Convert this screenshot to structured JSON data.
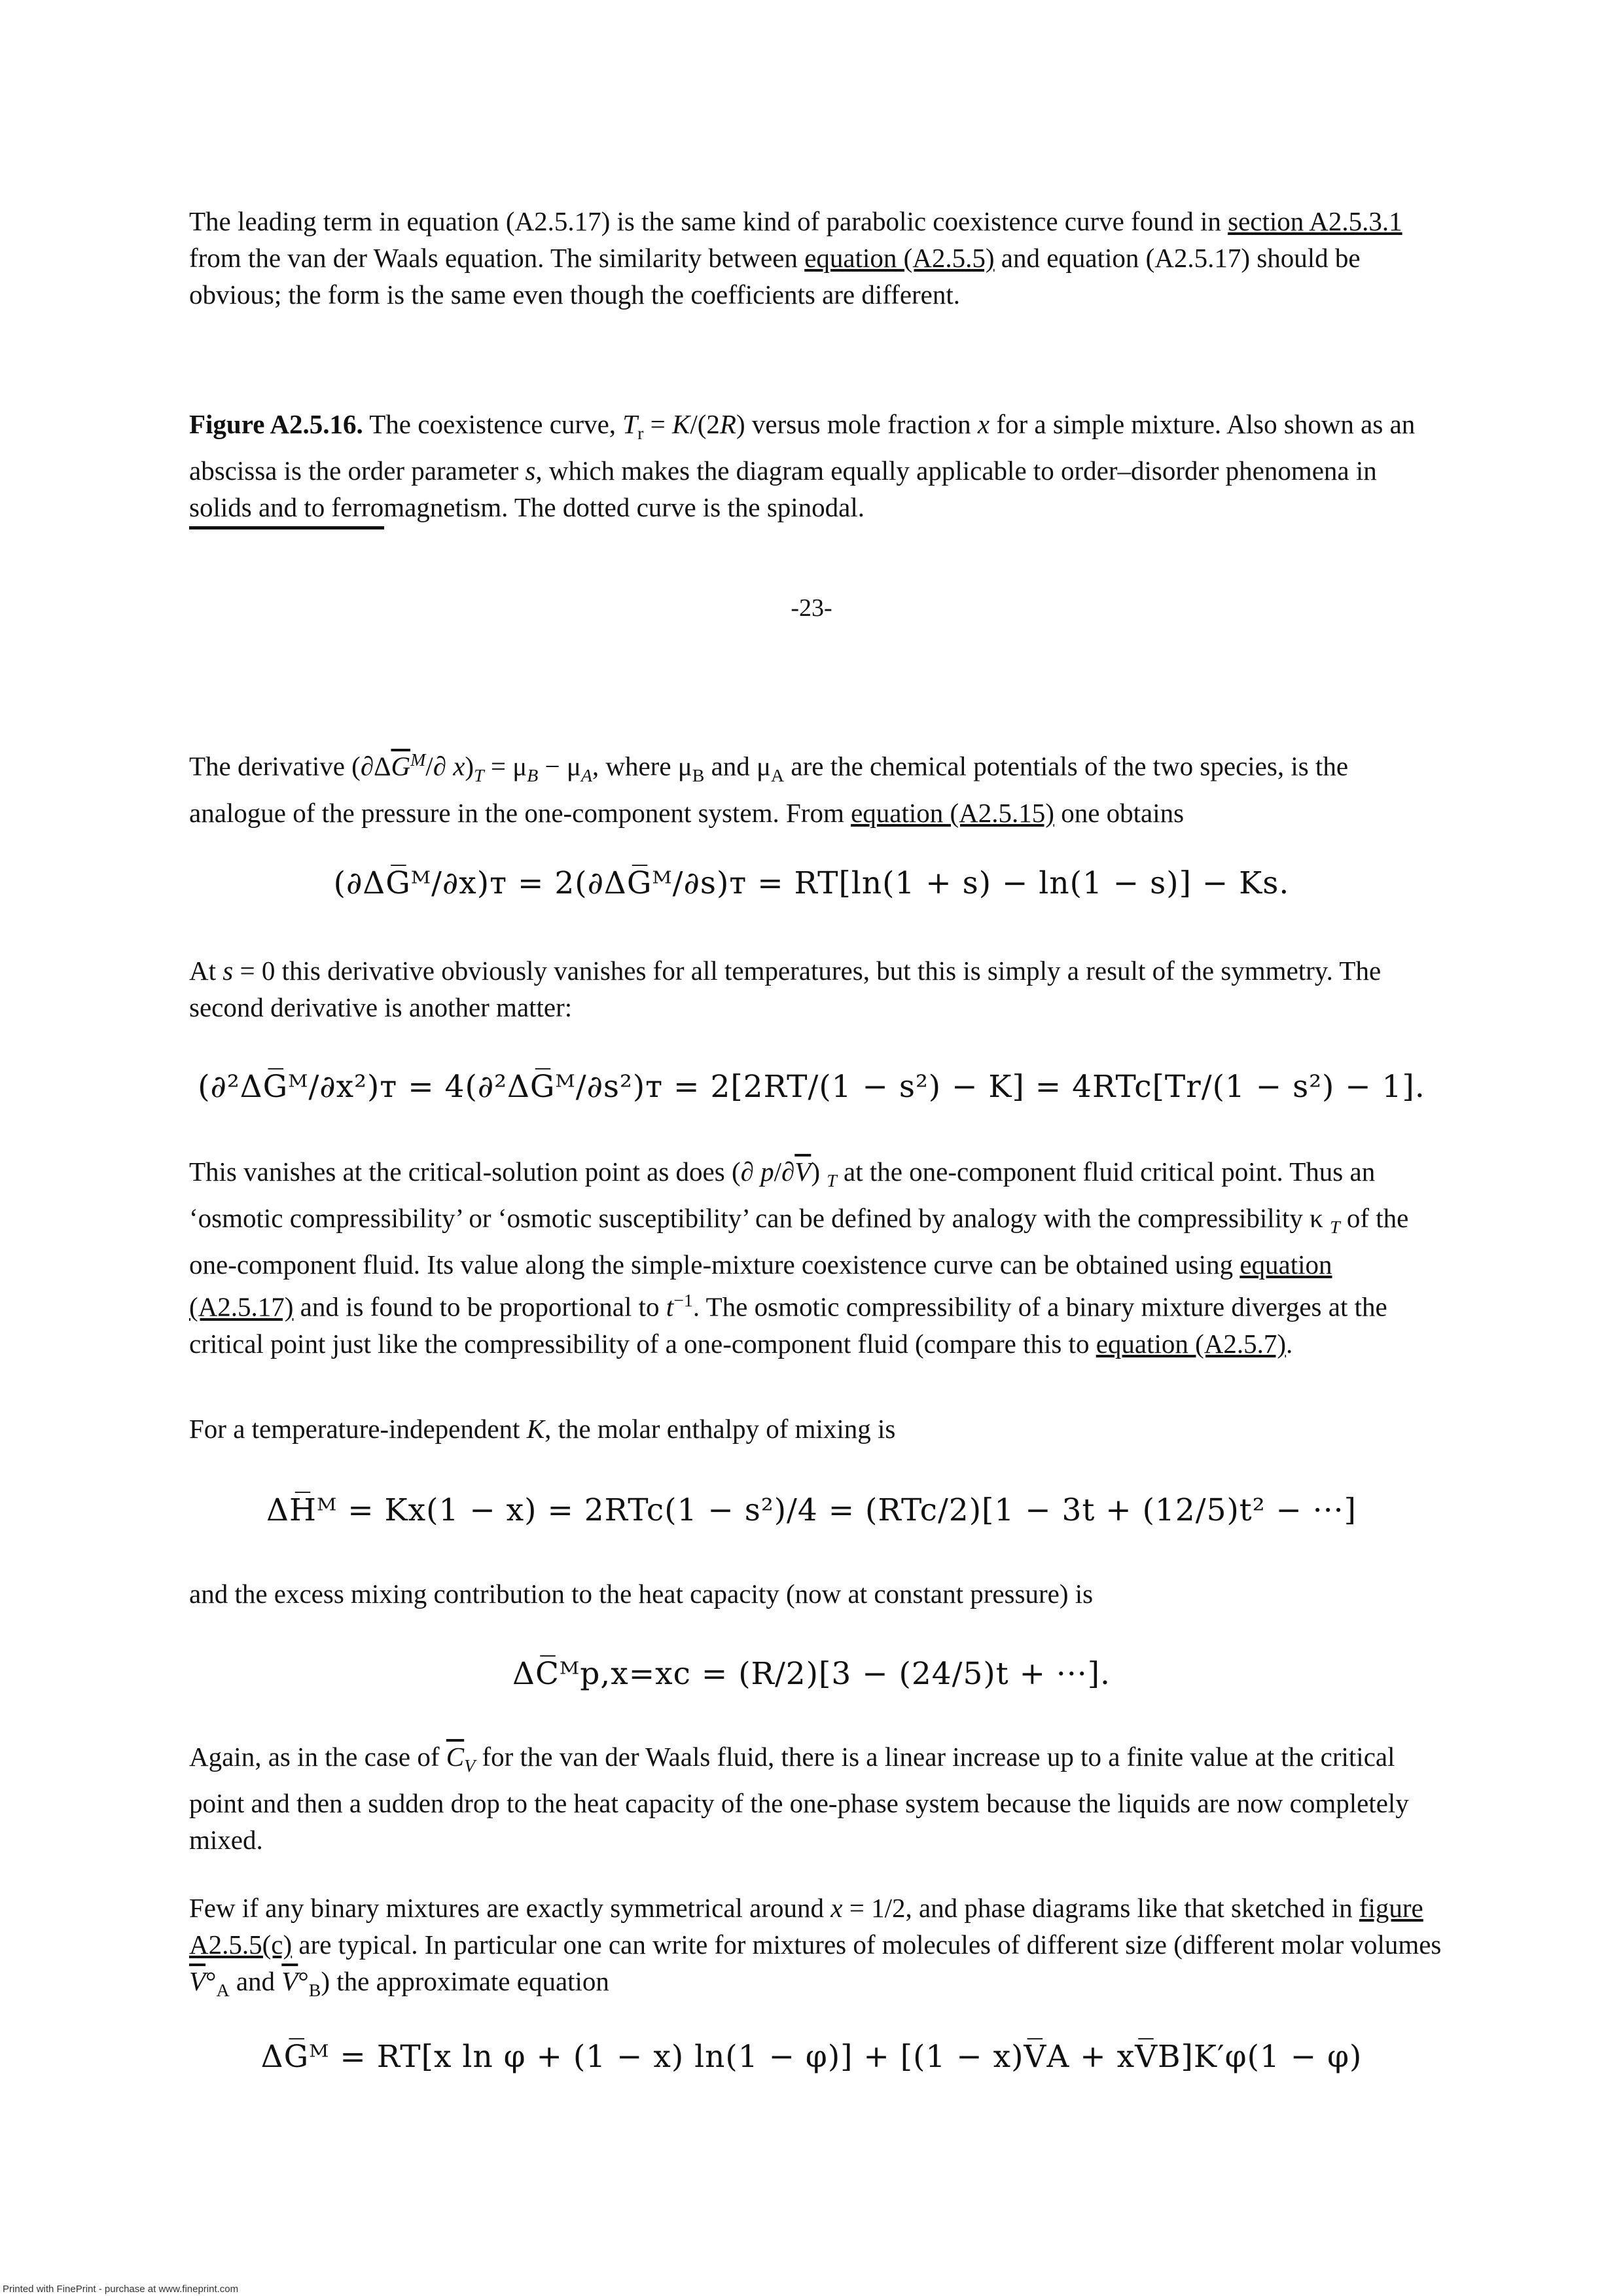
{
  "para1": {
    "t1": "The leading term in equation (A2.5.17) is the same kind of parabolic coexistence curve found in ",
    "link1": "section A2.5.3.1",
    "t2": " from the van der Waals equation. The similarity between ",
    "link2": "equation (A2.5.5)",
    "t3": " and equation (A2.5.17) should be obvious; the form is the same even though the coefficients are different."
  },
  "figure_caption": {
    "label": "Figure A2.5.16.",
    "t1": " The coexistence curve, ",
    "t2": "T",
    "t3": "r",
    "t4": " = ",
    "t5": "K",
    "t6": "/(2",
    "t7": "R",
    "t8": ") versus mole fraction ",
    "t9": "x",
    "t10": " for a simple mixture. Also shown as an abscissa is the order parameter ",
    "t11": "s",
    "t12": ", which makes the diagram equally applicable to order–disorder phenomena in solids and to ferromagnetism. The dotted curve is the spinodal."
  },
  "page_number": "-23-",
  "para2": {
    "t1": "The derivative (∂Δ",
    "t2": "G",
    "t3": "M",
    "t4": "/∂ ",
    "t5": "x",
    "t6": ")",
    "t7": "T",
    "t8": " = μ",
    "t9": "B",
    "t10": " − μ",
    "t11": "A",
    "t12": ", where μ",
    "t13": "B",
    "t14": " and μ",
    "t15": "A",
    "t16": " are the chemical potentials of the two species, is the analogue of the pressure in the one-component system. From ",
    "link1": "equation (A2.5.15)",
    "t17": " one obtains"
  },
  "eq1": "(∂ΔG̅ᴹ/∂x)ᴛ = 2(∂ΔG̅ᴹ/∂s)ᴛ = RT[ln(1 + s) − ln(1 − s)] − Ks.",
  "para3": {
    "t1": "At ",
    "t2": "s",
    "t3": " = 0 this derivative obviously vanishes for all temperatures, but this is simply a result of the symmetry. The second derivative is another matter:"
  },
  "eq2": "(∂²ΔG̅ᴹ/∂x²)ᴛ = 4(∂²ΔG̅ᴹ/∂s²)ᴛ = 2[2RT/(1 − s²) − K] = 4RTc[Tr/(1 − s²) − 1].",
  "para4": {
    "t1": "This vanishes at the critical-solution point as does (∂ ",
    "t2": "p",
    "t3": "/∂",
    "t4": "V",
    "t5": ") ",
    "t6": "T",
    "t7": " at the one-component fluid critical point. Thus an ‘osmotic compressibility’ or ‘osmotic susceptibility’ can be defined by analogy with the compressibility κ ",
    "t8": "T",
    "t9": " of the one-component fluid. Its value along the simple-mixture coexistence curve can be obtained using ",
    "link1": "equation (A2.5.17)",
    "t10": " and is found to be proportional to ",
    "t11": "t",
    "t12": "−1",
    "t13": ". The osmotic compressibility of a binary mixture diverges at the critical point just like the compressibility of a one-component fluid (compare this to ",
    "link2": "equation (A2.5.7)",
    "t14": "."
  },
  "para5": {
    "t1": "For a temperature-independent ",
    "t2": "K",
    "t3": ", the molar enthalpy of mixing is"
  },
  "eq3": "ΔH̅ᴹ = Kx(1 − x) = 2RTc(1 − s²)/4 = (RTc/2)[1 − 3t + (12/5)t² − ···]",
  "para6": {
    "t1": "and the excess mixing contribution to the heat capacity (now at constant pressure) is"
  },
  "eq4": "ΔC̅ᴹp,x=xc = (R/2)[3 − (24/5)t + ···].",
  "para7": {
    "t1": "Again, as in the case of ",
    "t2": "C",
    "t3": "V",
    "t4": " for the van der Waals fluid, there is a linear increase up to a finite value at the critical point and then a sudden drop to the heat capacity of the one-phase system because the liquids are now completely mixed."
  },
  "para8": {
    "t1": "Few if any binary mixtures are exactly symmetrical around ",
    "t2": "x",
    "t3": " = 1/2, and phase diagrams like that sketched in ",
    "link1": "figure A2.5.5(c)",
    "t4": " are typical. In particular one can write for mixtures of molecules of different size (different molar volumes ",
    "t5": "V",
    "t6": "°",
    "t7": "A",
    "t8": " and ",
    "t9": "V",
    "t10": "°",
    "t11": "B",
    "t12": ") the approximate equation"
  },
  "eq5": "ΔG̅ᴹ = RT[x ln φ + (1 − x) ln(1 − φ)] + [(1 − x)V̅A + xV̅B]K′φ(1 − φ)",
  "footer": "Printed with FinePrint - purchase at www.fineprint.com"
}
